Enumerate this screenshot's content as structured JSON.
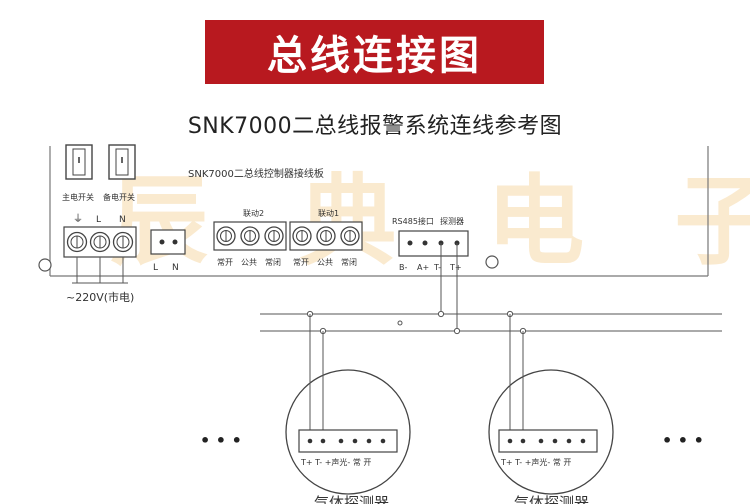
{
  "banner": {
    "title": "总线连接图"
  },
  "subtitle": "SNK7000二总线报警系统连线参考图",
  "watermark": {
    "text": "辰 典 电 子"
  },
  "board": {
    "title": "SNK7000二总线控制器接线板",
    "main_switch": "主电开关",
    "backup_switch": "备电开关",
    "power_terminals": [
      "⏚",
      "L",
      "N"
    ],
    "output_terminals": [
      "L",
      "N"
    ],
    "linkage2": {
      "title": "联动2",
      "labels": [
        "常开",
        "公共",
        "常闭"
      ]
    },
    "linkage1": {
      "title": "联动1",
      "labels": [
        "常开",
        "公共",
        "常闭"
      ]
    },
    "rs485": "RS485接口",
    "detector_port": "探测器",
    "bus_labels": [
      "B-",
      "A+",
      "T-",
      "T+"
    ],
    "power_note": "~220V(市电)"
  },
  "detectors": [
    {
      "terminals": "T+ T- +声光- 常 开",
      "name": "气体探测器"
    },
    {
      "terminals": "T+ T- +声光- 常 开",
      "name": "气体探测器"
    }
  ],
  "ellipsis": "• • •",
  "colors": {
    "banner_bg": "#b8191f",
    "line": "#555555",
    "watermark": "#f7d9a8"
  }
}
